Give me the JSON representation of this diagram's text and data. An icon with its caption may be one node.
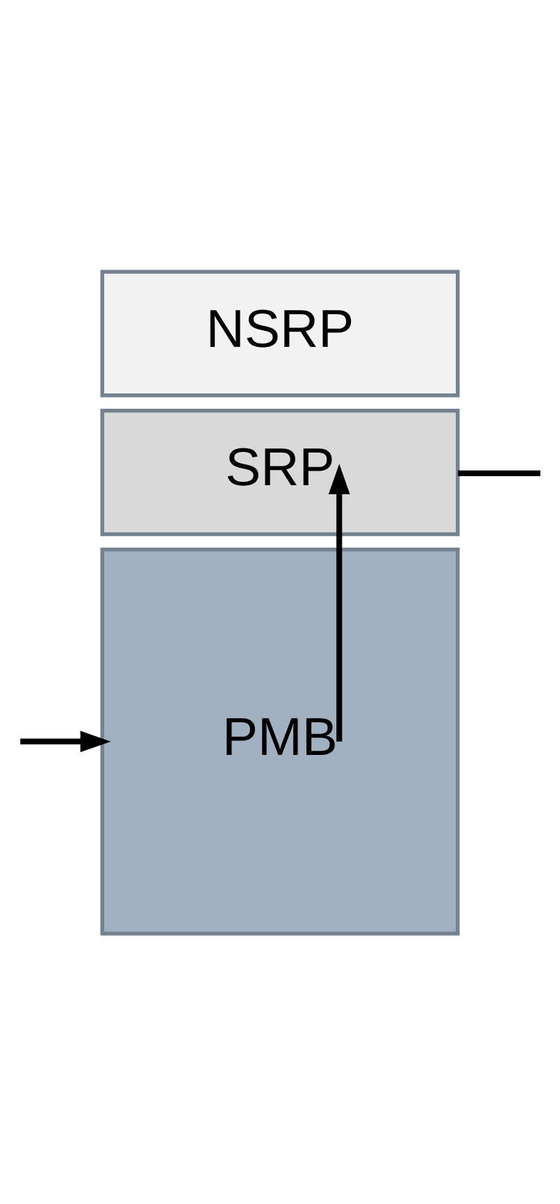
{
  "diagram": {
    "nodes": [
      {
        "text": [
          "NSRP"
        ]
      },
      {
        "text": [
          "SRP"
        ]
      },
      {
        "text": [
          "PMB"
        ]
      }
    ],
    "edges": [
      {
        "from": 2,
        "to": 1,
        "arrow": "to"
      },
      {
        "from": 1,
        "to": null,
        "arrow": "none"
      },
      {
        "from": null,
        "to": 2,
        "arrow": "to"
      }
    ]
  }
}
